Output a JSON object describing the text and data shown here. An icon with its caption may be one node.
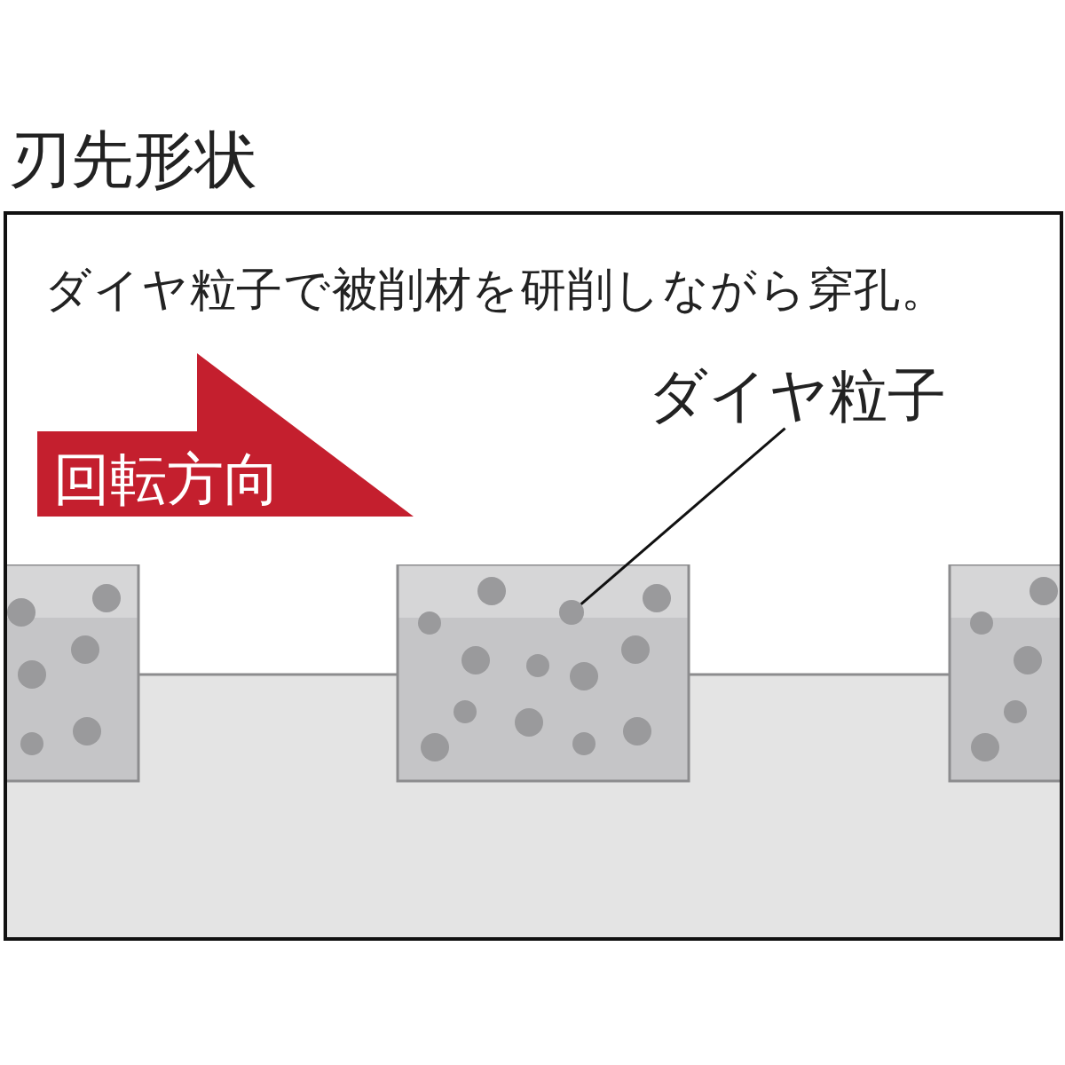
{
  "diagram": {
    "title": "刃先形状",
    "nodes": [
      {
        "text": [
          "ダイヤ粒子で被削材を研削しながら穿孔。"
        ]
      },
      {
        "text": [
          "回転方向"
        ],
        "in": 0
      },
      {
        "text": [
          "ダイヤ粒子"
        ],
        "in": 0
      },
      {
        "text": [],
        "shape": "circle",
        "in": 0
      }
    ],
    "edges": [
      {
        "from": 2,
        "to": 3,
        "arrow": "none"
      }
    ]
  }
}
